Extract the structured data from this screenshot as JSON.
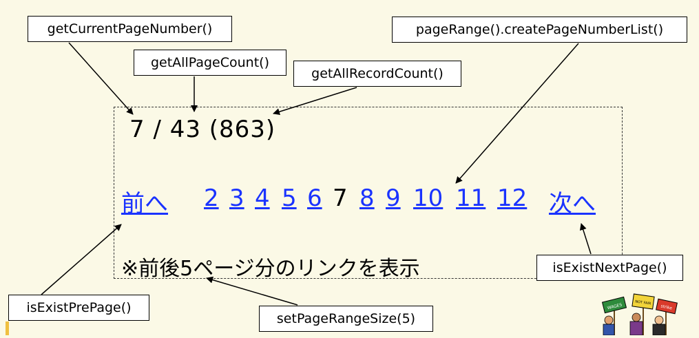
{
  "labels": {
    "current_page": "getCurrentPageNumber()",
    "all_page_count": "getAllPageCount()",
    "all_record_count": "getAllRecordCount()",
    "page_range": "pageRange().createPageNumberList()",
    "exist_pre_page": "isExistPrePage()",
    "exist_next_page": "isExistNextPage()",
    "page_range_size": "setPageRangeSize(5)"
  },
  "page_count_display": "7 / 43 (863)",
  "pager": {
    "prev_label": "前へ",
    "pages": [
      "2",
      "3",
      "4",
      "5",
      "6",
      "7",
      "8",
      "9",
      "10",
      "11",
      "12"
    ],
    "current_page": "7",
    "next_label": "次へ"
  },
  "note": "※前後5ページ分のリンクを表示",
  "clipart_signs": [
    "WAGES",
    "NOT FAIR",
    "strike"
  ],
  "colors": {
    "background": "#fbf9e6",
    "link": "#1a33ff",
    "text": "#000000"
  }
}
